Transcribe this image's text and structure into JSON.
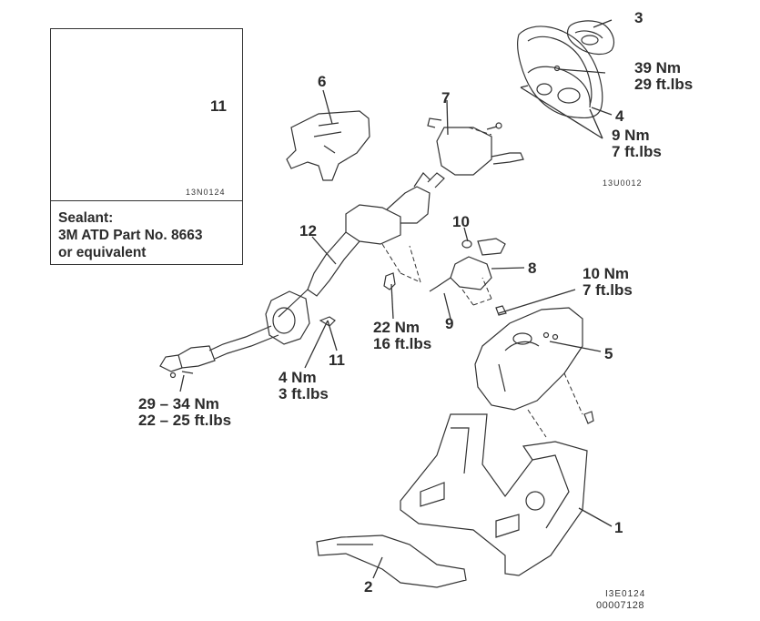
{
  "inset": {
    "part_label": "11",
    "figure_code": "13N0124",
    "sealant_title": "Sealant:",
    "sealant_line1": "3M ATD Part No. 8663",
    "sealant_line2": "or equivalent"
  },
  "parts": {
    "p1": "1",
    "p2": "2",
    "p3": "3",
    "p4": "4",
    "p5": "5",
    "p6": "6",
    "p7": "7",
    "p8": "8",
    "p9": "9",
    "p10": "10",
    "p11": "11",
    "p12": "12"
  },
  "torques": {
    "steering_wheel_nut": {
      "nm": "39 Nm",
      "ftlbs": "29 ft.lbs"
    },
    "airbag_bolts": {
      "nm": "9 Nm",
      "ftlbs": "7 ft.lbs"
    },
    "column_bolt": {
      "nm": "22 Nm",
      "ftlbs": "16 ft.lbs"
    },
    "cover_screw": {
      "nm": "10 Nm",
      "ftlbs": "7 ft.lbs"
    },
    "bracket_bolt": {
      "nm": "4 Nm",
      "ftlbs": "3 ft.lbs"
    },
    "joint_bolt": {
      "nm": "29 – 34 Nm",
      "ftlbs": "22 – 25 ft.lbs"
    }
  },
  "figure_codes": {
    "upper": "13U0012",
    "lower": "I3E0124",
    "document": "00007128"
  }
}
